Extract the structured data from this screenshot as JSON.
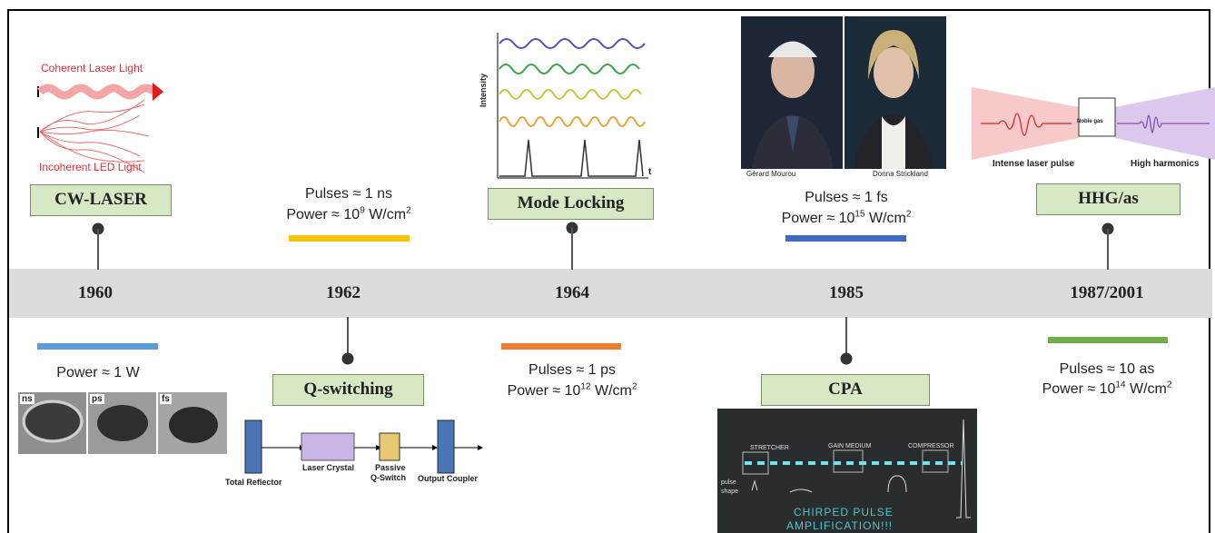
{
  "events": [
    {
      "year": "1960",
      "label": "CW-LASER",
      "line1": "Power ≈ 1 W"
    },
    {
      "year": "1962",
      "label": "Q-switching",
      "line1": "Pulses ≈ 1 ns",
      "line2_pre": "Power ≈ 10",
      "line2_exp": "9",
      "line2_post": " W/cm",
      "line2_unit_exp": "2"
    },
    {
      "year": "1964",
      "label": "Mode Locking",
      "line1": "Pulses ≈ 1 ps",
      "line2_pre": "Power ≈ 10",
      "line2_exp": "12",
      "line2_post": " W/cm",
      "line2_unit_exp": "2"
    },
    {
      "year": "1985",
      "label": "CPA",
      "line1": "Pulses ≈ 1 fs",
      "line2_pre": "Power ≈ 10",
      "line2_exp": "15",
      "line2_post": " W/cm",
      "line2_unit_exp": "2"
    },
    {
      "year": "1987/2001",
      "label": "HHG/as",
      "line1": "Pulses ≈ 10 as",
      "line2_pre": "Power ≈ 10",
      "line2_exp": "14",
      "line2_post": " W/cm",
      "line2_unit_exp": "2"
    }
  ],
  "colors": {
    "yellow": "#f2c20c",
    "blue_light": "#5a9bd8",
    "orange": "#ee7d32",
    "blue_dark": "#3f6cc0",
    "green": "#71ad47",
    "label_bg": "#d7e8c4"
  },
  "cw_figure": {
    "coherent": "Coherent Laser Light",
    "incoherent": "Incoherent LED Light"
  },
  "hole_figure": {
    "a": "ns",
    "b": "ps",
    "c": "fs"
  },
  "qswitch_figure": {
    "total": "Total Reflector",
    "crystal": "Laser Crystal",
    "passive1": "Passive",
    "passive2": "Q-Switch",
    "coupler": "Output Coupler"
  },
  "ml_figure": {
    "ylabel": "Intensity",
    "xlabel": "t"
  },
  "portraits": {
    "left": "Gérard Mourou",
    "right": "Donna Strickland"
  },
  "hhg_figure": {
    "left": "Intense laser pulse",
    "box": "Noble gas",
    "right": "High harmonics"
  },
  "cpa_figure": {
    "stretcher": "STRETCHER",
    "gain": "GAIN MEDIUM",
    "compressor": "COMPRESSOR",
    "pulse1": "pulse",
    "pulse2": "shape",
    "title1": "CHIRPED PULSE",
    "title2": "AMPLIFICATION!!!"
  }
}
